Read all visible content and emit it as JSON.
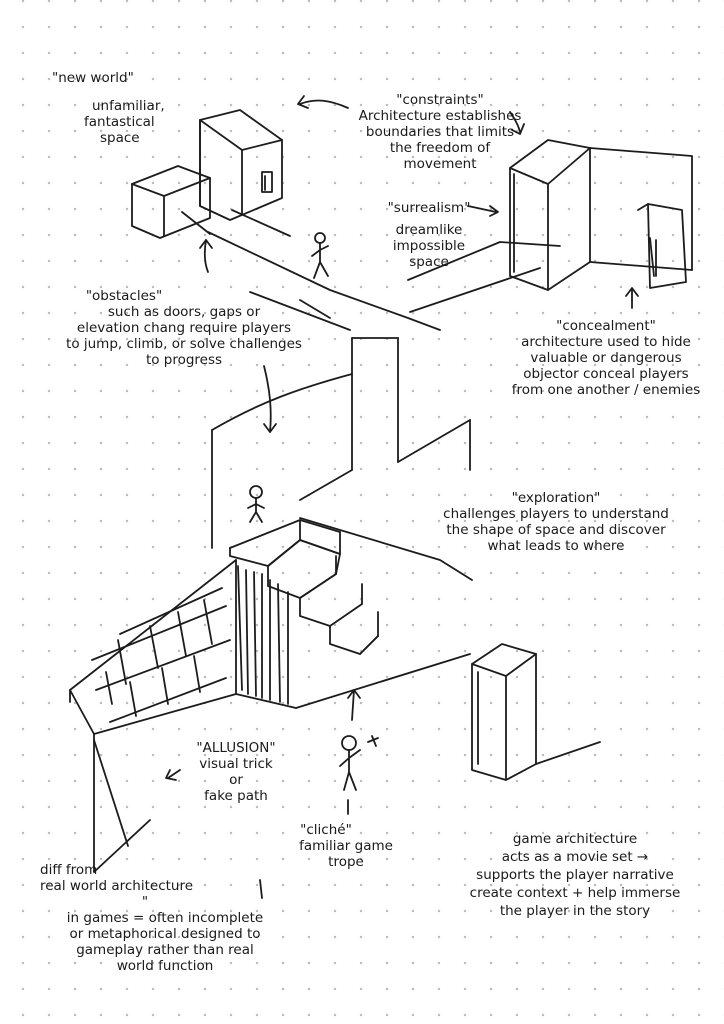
{
  "notes": {
    "new_world": [
      "\"new world\"",
      "unfamiliar,",
      "fantastical",
      "space"
    ],
    "constraints": [
      "\"constraints\"",
      "Architecture establishes",
      "boundaries that limits",
      "the freedom of",
      "movement"
    ],
    "surrealism": [
      "\"surrealism\"",
      "dreamlike",
      "impossible",
      "space"
    ],
    "obstacles": [
      "\"obstacles\"",
      "such as doors, gaps or",
      "elevation chang require players",
      "to jump, climb, or solve challenges",
      "to progress"
    ],
    "concealment": [
      "\"concealment\"",
      "architecture used to hide",
      "valuable or dangerous",
      "objector conceal players",
      "from one another / enemies"
    ],
    "exploration": [
      "\"exploration\"",
      "challenges players to understand",
      "the shape of space and discover",
      "what leads to where"
    ],
    "illusion": [
      "\"ALLUSION\"",
      "visual trick",
      "or",
      "fake path"
    ],
    "cliche": [
      "\"cliché\"",
      "familiar game",
      "trope"
    ],
    "diff": [
      "diff from",
      "real world architecture",
      "\"",
      "in games = often incomplete",
      "or metaphorical designed to",
      "gameplay rather than real",
      "world function"
    ],
    "game_arch": [
      "game architecture",
      "acts as a movie set →",
      "supports the player narrative",
      "create context + help immerse",
      "the player in the story"
    ]
  }
}
